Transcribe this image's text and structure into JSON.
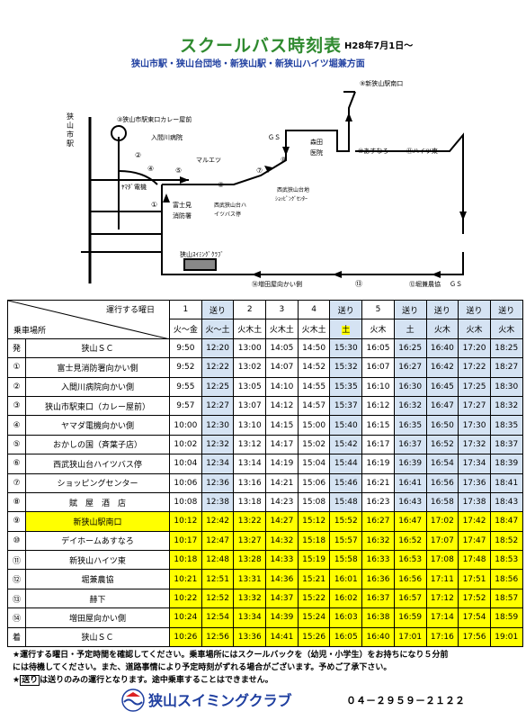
{
  "header": {
    "title": "スクールバス時刻表",
    "date": "H28年7月1日～",
    "subtitle": "狭山市駅・狭山台団地・新狭山駅・新狭山ハイツ堀兼方面"
  },
  "map": {
    "labels": {
      "sayama_station": "狭\n山\n市\n駅",
      "stop3": "③狭山市駅東口カレー屋前",
      "stop2": "②",
      "iruma_hospital": "入間川病院",
      "stop4": "④",
      "stop5": "⑤",
      "maruetsu": "マルエツ",
      "stop6": "⑥",
      "stop7": "⑦",
      "gs": "ＧＳ",
      "morita_clinic": "森田\n医院",
      "stop8": "⑧",
      "stop9": "⑨新狭山駅南口",
      "stop10": "⑩あすなろ",
      "stop11": "⑪ハイツ東",
      "yamada_denki": "ﾔﾏﾀﾞ電機",
      "stop1": "①",
      "fujimi_fire": "富士見\n消防署",
      "seibu_heights": "西武狭山台ハ\nイツバス停",
      "shopping_center": "西武狭山台地\nｼｮｯﾋﾟﾝｸﾞｾﾝﾀｰ",
      "swimming_club": "狭山ｽｲﾐﾝｸﾞｸﾗﾌﾞ",
      "stop14": "⑭増田屋向かい側",
      "stop13": "⑬",
      "stop12": "⑫堀兼農協",
      "gs2": "ＧＳ"
    }
  },
  "table": {
    "header_label_day": "運行する曜日",
    "header_label_stop": "乗車場所",
    "columns": [
      {
        "run": "1",
        "days": "火～金",
        "okuri": false
      },
      {
        "run": "送り",
        "days": "火～土",
        "okuri": true
      },
      {
        "run": "2",
        "days": "火木土",
        "okuri": false
      },
      {
        "run": "3",
        "days": "火木土",
        "okuri": false
      },
      {
        "run": "4",
        "days": "火木土",
        "okuri": false
      },
      {
        "run": "送り",
        "days": "土",
        "okuri": true,
        "hl_run": true
      },
      {
        "run": "5",
        "days": "火木",
        "okuri": false
      },
      {
        "run": "送り",
        "days": "土",
        "okuri": true
      },
      {
        "run": "送り",
        "days": "火木",
        "okuri": true
      },
      {
        "run": "送り",
        "days": "火木",
        "okuri": true
      },
      {
        "run": "送り",
        "days": "火木",
        "okuri": true
      }
    ],
    "rows": [
      {
        "no": "発",
        "stop": "狭山ＳＣ",
        "hl": false,
        "times": [
          "9:50",
          "12:20",
          "13:00",
          "14:05",
          "14:50",
          "15:30",
          "16:05",
          "16:25",
          "16:40",
          "17:20",
          "18:25"
        ]
      },
      {
        "no": "①",
        "stop": "富士見消防署向かい側",
        "hl": false,
        "times": [
          "9:52",
          "12:22",
          "13:02",
          "14:07",
          "14:52",
          "15:32",
          "16:07",
          "16:27",
          "16:42",
          "17:22",
          "18:27"
        ]
      },
      {
        "no": "②",
        "stop": "入間川病院向かい側",
        "hl": false,
        "times": [
          "9:55",
          "12:25",
          "13:05",
          "14:10",
          "14:55",
          "15:35",
          "16:10",
          "16:30",
          "16:45",
          "17:25",
          "18:30"
        ]
      },
      {
        "no": "③",
        "stop": "狭山市駅東口（カレー屋前）",
        "hl": false,
        "times": [
          "9:57",
          "12:27",
          "13:07",
          "14:12",
          "14:57",
          "15:37",
          "16:12",
          "16:32",
          "16:47",
          "17:27",
          "18:32"
        ]
      },
      {
        "no": "④",
        "stop": "ヤマダ電機向かい側",
        "hl": false,
        "times": [
          "10:00",
          "12:30",
          "13:10",
          "14:15",
          "15:00",
          "15:40",
          "16:15",
          "16:35",
          "16:50",
          "17:30",
          "18:35"
        ]
      },
      {
        "no": "⑤",
        "stop": "おかしの国（斉葉子店）",
        "hl": false,
        "times": [
          "10:02",
          "12:32",
          "13:12",
          "14:17",
          "15:02",
          "15:42",
          "16:17",
          "16:37",
          "16:52",
          "17:32",
          "18:37"
        ]
      },
      {
        "no": "⑥",
        "stop": "西武狭山台ハイツバス停",
        "hl": false,
        "times": [
          "10:04",
          "12:34",
          "13:14",
          "14:19",
          "15:04",
          "15:44",
          "16:19",
          "16:39",
          "16:54",
          "17:34",
          "18:39"
        ]
      },
      {
        "no": "⑦",
        "stop": "ショッピングセンター",
        "hl": false,
        "times": [
          "10:06",
          "12:36",
          "13:16",
          "14:21",
          "15:06",
          "15:46",
          "16:21",
          "16:41",
          "16:56",
          "17:36",
          "18:41"
        ]
      },
      {
        "no": "⑧",
        "stop": "賦　屋　酒　店",
        "hl": false,
        "times": [
          "10:08",
          "12:38",
          "13:18",
          "14:23",
          "15:08",
          "15:48",
          "16:23",
          "16:43",
          "16:58",
          "17:38",
          "18:43"
        ]
      },
      {
        "no": "⑨",
        "stop": "新狭山駅南口",
        "hl": true,
        "times": [
          "10:12",
          "12:42",
          "13:22",
          "14:27",
          "15:12",
          "15:52",
          "16:27",
          "16:47",
          "17:02",
          "17:42",
          "18:47"
        ]
      },
      {
        "no": "⑩",
        "stop": "デイホームあすなろ",
        "hl": false,
        "times": [
          "10:17",
          "12:47",
          "13:27",
          "14:32",
          "15:18",
          "15:57",
          "16:32",
          "16:52",
          "17:07",
          "17:47",
          "18:52"
        ]
      },
      {
        "no": "⑪",
        "stop": "新狭山ハイツ東",
        "hl": false,
        "times": [
          "10:18",
          "12:48",
          "13:28",
          "14:33",
          "15:19",
          "15:58",
          "16:33",
          "16:53",
          "17:08",
          "17:48",
          "18:53"
        ]
      },
      {
        "no": "⑫",
        "stop": "堀兼農協",
        "hl": false,
        "times": [
          "10:21",
          "12:51",
          "13:31",
          "14:36",
          "15:21",
          "16:01",
          "16:36",
          "16:56",
          "17:11",
          "17:51",
          "18:56"
        ]
      },
      {
        "no": "⑬",
        "stop": "赫下",
        "hl": false,
        "times": [
          "10:22",
          "12:52",
          "13:32",
          "14:37",
          "15:22",
          "16:02",
          "16:37",
          "16:57",
          "17:12",
          "17:52",
          "18:57"
        ]
      },
      {
        "no": "⑭",
        "stop": "増田屋向かい側",
        "hl": false,
        "times": [
          "10:24",
          "12:54",
          "13:34",
          "14:39",
          "15:24",
          "16:03",
          "16:38",
          "16:59",
          "17:14",
          "17:54",
          "18:59"
        ]
      },
      {
        "no": "着",
        "stop": "狭山ＳＣ",
        "hl": false,
        "times": [
          "10:26",
          "12:56",
          "13:36",
          "14:41",
          "15:26",
          "16:05",
          "16:40",
          "17:01",
          "17:16",
          "17:56",
          "19:01"
        ]
      }
    ]
  },
  "notes": {
    "line1": "★運行する曜日・予定時間を確認してください。乗車場所にはスクールバックを（幼児・小学生）をお持ちになり５分前",
    "line2": "には待機してください。また、道路事情により予定時刻がずれる場合がございます。予めご了承下さい。",
    "line3_pre": "★",
    "line3_boxed": "送り",
    "line3_post": "は送りのみの運行となります。途中乗車することはできません。"
  },
  "footer": {
    "name": "狭山スイミングクラブ",
    "tel": "０４－２９５９－２１２２"
  },
  "colors": {
    "title": "#2f8a2f",
    "blue_col": "#d5e3f3",
    "highlight": "#ffff00"
  }
}
